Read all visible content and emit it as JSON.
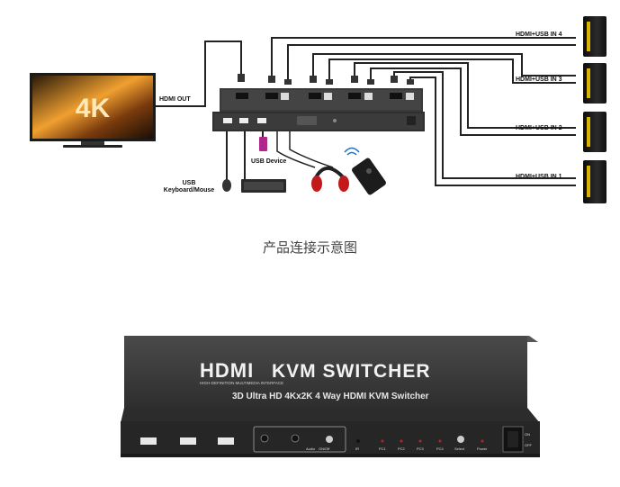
{
  "diagram": {
    "tv_label": "4K",
    "hdmi_out": "HDMI OUT",
    "usb_keyboard_mouse": [
      "USB",
      "Keyboard/Mouse"
    ],
    "usb_device": "USB Device",
    "inputs": [
      "HDMI+USB IN 4",
      "HDMI+USB IN 3",
      "HDMI+USB IN 2",
      "HDMI+USB IN 1"
    ],
    "caption": "产品连接示意图"
  },
  "product": {
    "brand": "HDMI",
    "brand_suffix": "KVM SWITCHER",
    "brand_sub": "HIGH-DEFINITION MULTIMEDIA INTERFACE",
    "subtitle": "3D Ultra HD 4Kx2K 4 Way HDMI KVM Switcher",
    "panel_labels": [
      "Audio",
      "ON/Off",
      "IR",
      "PC1",
      "PC2",
      "PC3",
      "PC4",
      "Select",
      "Power",
      "ON",
      "OFF"
    ]
  },
  "colors": {
    "cable": "#222222",
    "switch_body": "#3f3f3f",
    "tv_screen": "#d6821a"
  }
}
